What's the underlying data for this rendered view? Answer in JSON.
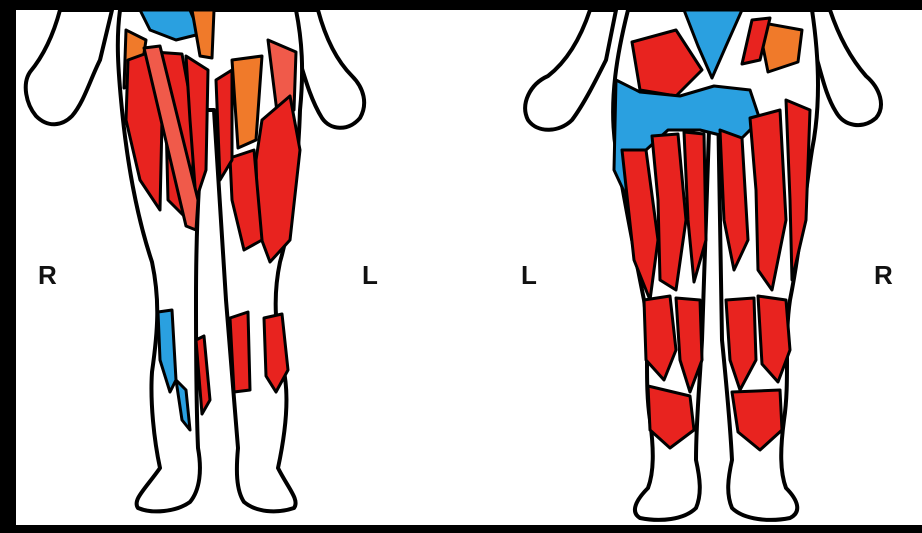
{
  "labels": {
    "front_right": "R",
    "front_left": "L",
    "back_left": "L",
    "back_right": "R"
  },
  "colors": {
    "background": "#000000",
    "panel": "#ffffff",
    "muscle_red": "#e8231f",
    "muscle_light_red": "#f05a4a",
    "muscle_orange": "#f07a2a",
    "muscle_blue": "#2aa0e0",
    "outline": "#000000"
  },
  "figures": [
    {
      "view": "anterior"
    },
    {
      "view": "posterior"
    }
  ]
}
